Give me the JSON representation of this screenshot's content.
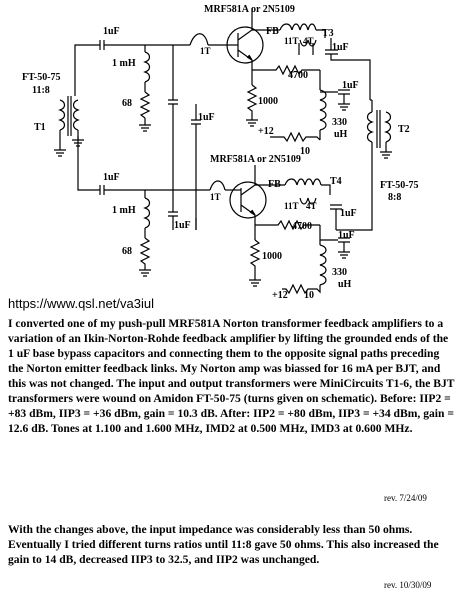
{
  "schematic": {
    "transistor_top": "MRF581A or 2N5109",
    "transistor_bottom": "MRF581A or 2N5109",
    "input_core": "FT-50-75",
    "input_ratio": "11:8",
    "input_xfmr": "T1",
    "output_core": "FT-50-75",
    "output_ratio": "8:8",
    "output_xfmr": "T2",
    "t3": "T3",
    "t4": "T4",
    "cap_1uf": "1uF",
    "inductor_1mh": "1 mH",
    "r68": "68",
    "r4700": "4700",
    "r1000": "1000",
    "r330": "330",
    "uh": "uH",
    "r10": "10",
    "vcc": "+12",
    "fb": "FB",
    "turns_1t": "1T",
    "turns_11t": "11T",
    "turns_4t": "4T"
  },
  "footer": {
    "url": "https://www.qsl.net/va3iul",
    "paragraph1": "I converted one of my push-pull MRF581A Norton transformer feedback amplifiers to a variation of an Ikin-Norton-Rohde feedback amplifier by lifting the grounded ends of the 1 uF base bypass capacitors and connecting them to the opposite signal paths preceding the Norton emitter feedback links.  My Norton amp was biassed for 16 mA per BJT, and this was not changed.  The input and output transformers were MiniCircuits T1-6, the BJT transformers were wound on Amidon FT-50-75 (turns given on schematic).  Before: IIP2 = +83 dBm, IIP3 = +36 dBm, gain = 10.3 dB.  After: IIP2 = +80 dBm, IIP3 = +34 dBm, gain = 12.6 dB.  Tones at 1.100 and 1.600 MHz, IMD2 at 0.500 MHz, IMD3 at 0.600 MHz.",
    "rev1": "rev. 7/24/09",
    "paragraph2": "With the changes above, the input impedance was considerably less than 50 ohms.  Eventually I tried different turns ratios until 11:8 gave 50 ohms.  This also increased the gain to 14 dB, decreased IIP3 to 32.5, and IIP2 was unchanged.",
    "rev2": "rev. 10/30/09"
  }
}
